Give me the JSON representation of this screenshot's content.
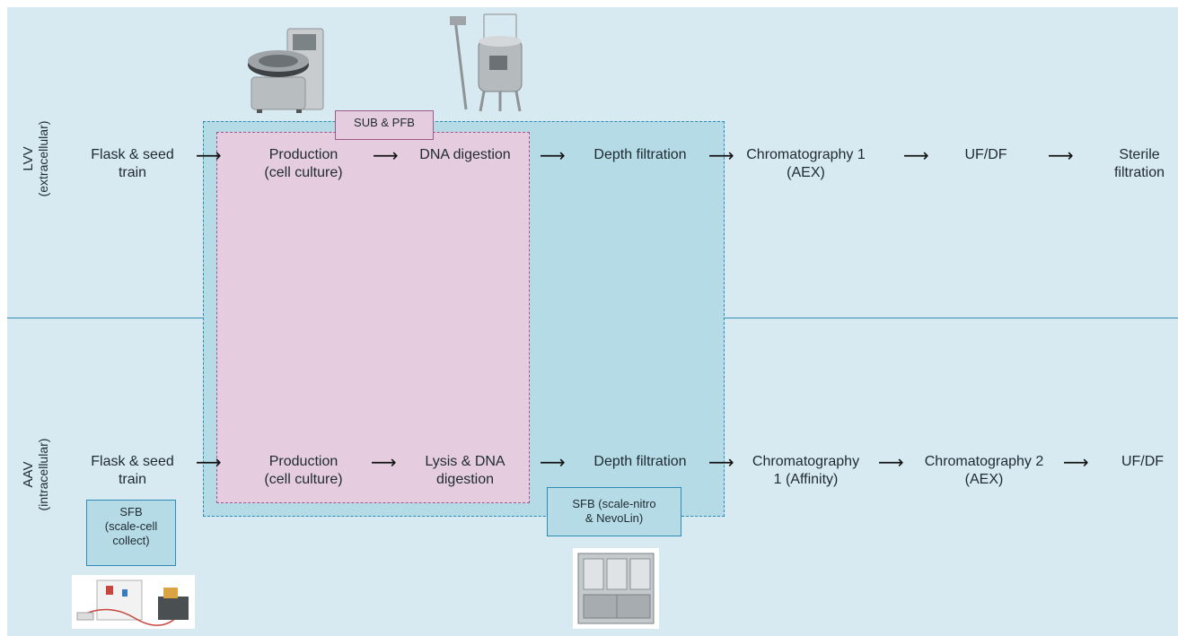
{
  "rows": {
    "lvv": {
      "label": "LVV",
      "sublabel": "(extracellular)",
      "steps": [
        "Flask & seed\ntrain",
        "Production\n(cell culture)",
        "DNA digestion",
        "Depth filtration",
        "Chromatography 1\n(AEX)",
        "UF/DF",
        "Sterile\nfiltration"
      ]
    },
    "aav": {
      "label": "AAV",
      "sublabel": "(intracellular)",
      "steps": [
        "Flask & seed\ntrain",
        "Production\n(cell culture)",
        "Lysis & DNA\ndigestion",
        "Depth filtration",
        "Chromatography\n1 (Affinity)",
        "Chromatography 2\n(AEX)",
        "UF/DF"
      ]
    }
  },
  "tags": {
    "sub_pfb": "SUB & PFB",
    "sfb_cell": "SFB\n(scale-cell\ncollect)",
    "sfb_nitro": "SFB (scale-nitro\n& NevoLin)"
  },
  "arrow_glyph": "⟶",
  "colors": {
    "background": "#d7e9f1",
    "single_use_zone": "#e5cddf",
    "filtration_zone": "#b5dbe6",
    "accent_line": "#2e8bb3"
  },
  "icons": [
    "centrifuge-equipment-icon",
    "bioreactor-equipment-icon",
    "cell-collect-system-icon",
    "filtration-skid-icon"
  ]
}
